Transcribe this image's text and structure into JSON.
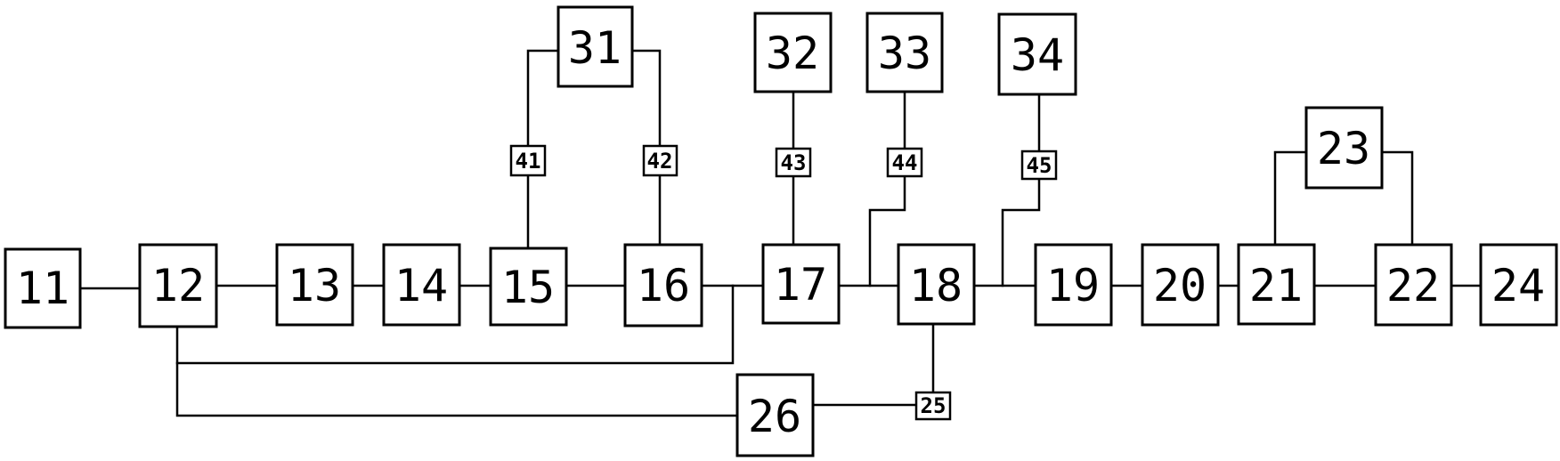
{
  "diagram": {
    "colors": {
      "line": "#000000",
      "fill": "#ffffff"
    },
    "blocks": [
      {
        "id": "11",
        "label": "11"
      },
      {
        "id": "12",
        "label": "12"
      },
      {
        "id": "13",
        "label": "13"
      },
      {
        "id": "14",
        "label": "14"
      },
      {
        "id": "15",
        "label": "15"
      },
      {
        "id": "16",
        "label": "16"
      },
      {
        "id": "17",
        "label": "17"
      },
      {
        "id": "18",
        "label": "18"
      },
      {
        "id": "19",
        "label": "19"
      },
      {
        "id": "20",
        "label": "20"
      },
      {
        "id": "21",
        "label": "21"
      },
      {
        "id": "22",
        "label": "22"
      },
      {
        "id": "23",
        "label": "23"
      },
      {
        "id": "24",
        "label": "24"
      },
      {
        "id": "26",
        "label": "26"
      },
      {
        "id": "31",
        "label": "31"
      },
      {
        "id": "32",
        "label": "32"
      },
      {
        "id": "33",
        "label": "33"
      },
      {
        "id": "34",
        "label": "34"
      }
    ],
    "small_blocks": [
      {
        "id": "25",
        "label": "25"
      },
      {
        "id": "41",
        "label": "41"
      },
      {
        "id": "42",
        "label": "42"
      },
      {
        "id": "43",
        "label": "43"
      },
      {
        "id": "44",
        "label": "44"
      },
      {
        "id": "45",
        "label": "45"
      }
    ],
    "connections": [
      [
        "11",
        "12"
      ],
      [
        "12",
        "13"
      ],
      [
        "13",
        "14"
      ],
      [
        "14",
        "15"
      ],
      [
        "15",
        "16"
      ],
      [
        "16",
        "17"
      ],
      [
        "17",
        "18"
      ],
      [
        "18",
        "19"
      ],
      [
        "19",
        "20"
      ],
      [
        "20",
        "21"
      ],
      [
        "21",
        "22"
      ],
      [
        "22",
        "24"
      ],
      [
        "15",
        "41"
      ],
      [
        "41",
        "31"
      ],
      [
        "31",
        "42"
      ],
      [
        "42",
        "16"
      ],
      [
        "32",
        "43"
      ],
      [
        "43",
        "17"
      ],
      [
        "33",
        "44"
      ],
      [
        "44",
        "17-18"
      ],
      [
        "34",
        "45"
      ],
      [
        "45",
        "18-19"
      ],
      [
        "21",
        "23"
      ],
      [
        "23",
        "22"
      ],
      [
        "12",
        "16-17"
      ],
      [
        "12",
        "26"
      ],
      [
        "26",
        "25"
      ],
      [
        "25",
        "18"
      ]
    ]
  }
}
